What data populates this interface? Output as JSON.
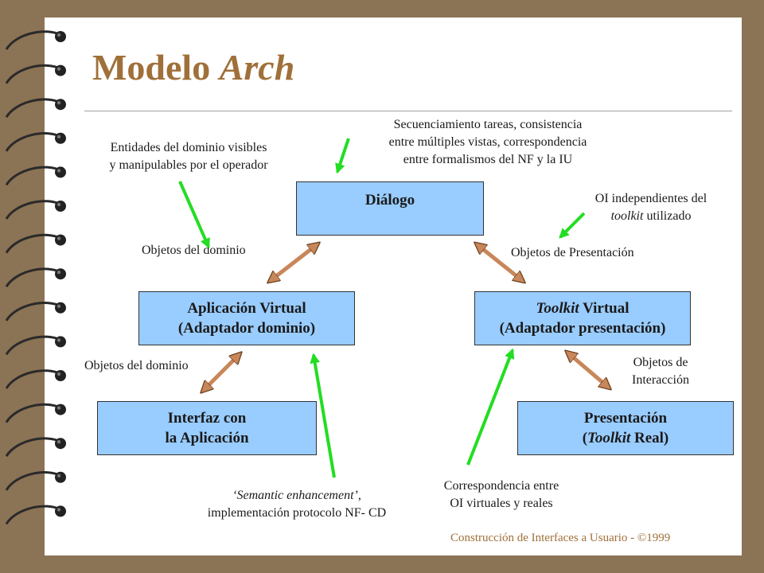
{
  "title": {
    "main": "Modelo",
    "italic": "Arch"
  },
  "boxes": {
    "dialogo": "Diálogo",
    "aplicacion_virtual_1": "Aplicación Virtual",
    "aplicacion_virtual_2": "(Adaptador dominio)",
    "toolkit_virtual_italic": "Toolkit",
    "toolkit_virtual_rest": " Virtual",
    "toolkit_virtual_2": "(Adaptador presentación)",
    "interfaz_1": "Interfaz con",
    "interfaz_2": "la Aplicación",
    "presentacion_1": "Presentación",
    "presentacion_2_open": "(",
    "presentacion_2_italic": "Toolkit",
    "presentacion_2_rest": " Real)"
  },
  "labels": {
    "entidades_1": "Entidades del dominio visibles",
    "entidades_2": "y manipulables por el operador",
    "secuenciamiento_1": "Secuenciamiento tareas, consistencia",
    "secuenciamiento_2": "entre múltiples vistas, correspondencia",
    "secuenciamiento_3": "entre formalismos del NF y la IU",
    "oi_indep_1": "OI independientes del",
    "oi_indep_2_italic": "toolkit",
    "oi_indep_2_rest": " utilizado",
    "objetos_dominio_top": "Objetos del dominio",
    "objetos_presentacion": "Objetos de Presentación",
    "objetos_dominio_bottom": "Objetos del dominio",
    "objetos_interaccion_1": "Objetos de",
    "objetos_interaccion_2": "Interacción",
    "semantic_1": "‘Semantic enhancement’",
    "semantic_1_rest": ",",
    "semantic_2": "implementación protocolo NF- CD",
    "correspondencia_1": "Correspondencia entre",
    "correspondencia_2": "OI virtuales y reales"
  },
  "footer": "Construcción de Interfaces a Usuario - ©1999",
  "colors": {
    "title": "#a0703a",
    "box_fill": "#99ccff",
    "double_arrow": "#c8875a",
    "pointer_arrow": "#22dd22",
    "background": "#8b7355"
  }
}
